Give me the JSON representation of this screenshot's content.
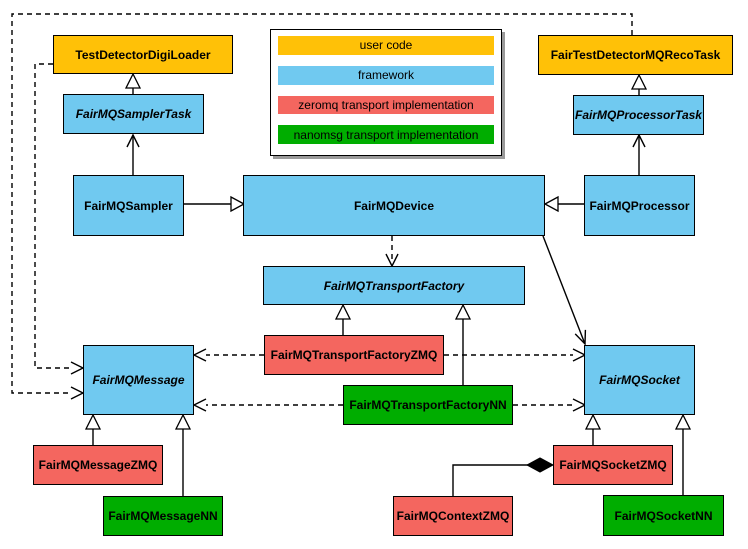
{
  "legend": {
    "items": [
      {
        "label": "user code",
        "color": "#FFC107"
      },
      {
        "label": "framework",
        "color": "#70C9F0"
      },
      {
        "label": "zeromq transport implementation",
        "color": "#F4665F"
      },
      {
        "label": "nanomsg transport implementation",
        "color": "#00AD00"
      }
    ]
  },
  "nodes": {
    "digiLoader": {
      "label": "TestDetectorDigiLoader"
    },
    "recoTask": {
      "label": "FairTestDetectorMQRecoTask"
    },
    "samplerTask": {
      "label": "FairMQSamplerTask"
    },
    "processorTask": {
      "label": "FairMQProcessorTask"
    },
    "sampler": {
      "label": "FairMQSampler"
    },
    "device": {
      "label": "FairMQDevice"
    },
    "processor": {
      "label": "FairMQProcessor"
    },
    "transportFactory": {
      "label": "FairMQTransportFactory"
    },
    "transportFactoryZMQ": {
      "label": "FairMQTransportFactoryZMQ"
    },
    "transportFactoryNN": {
      "label": "FairMQTransportFactoryNN"
    },
    "message": {
      "label": "FairMQMessage"
    },
    "socket": {
      "label": "FairMQSocket"
    },
    "messageZMQ": {
      "label": "FairMQMessageZMQ"
    },
    "messageNN": {
      "label": "FairMQMessageNN"
    },
    "contextZMQ": {
      "label": "FairMQContextZMQ"
    },
    "socketZMQ": {
      "label": "FairMQSocketZMQ"
    },
    "socketNN": {
      "label": "FairMQSocketNN"
    }
  },
  "colors": {
    "user_code": "#FFC107",
    "framework": "#70C9F0",
    "zeromq": "#F4665F",
    "nanomsg": "#00AD00",
    "line": "#000000"
  }
}
